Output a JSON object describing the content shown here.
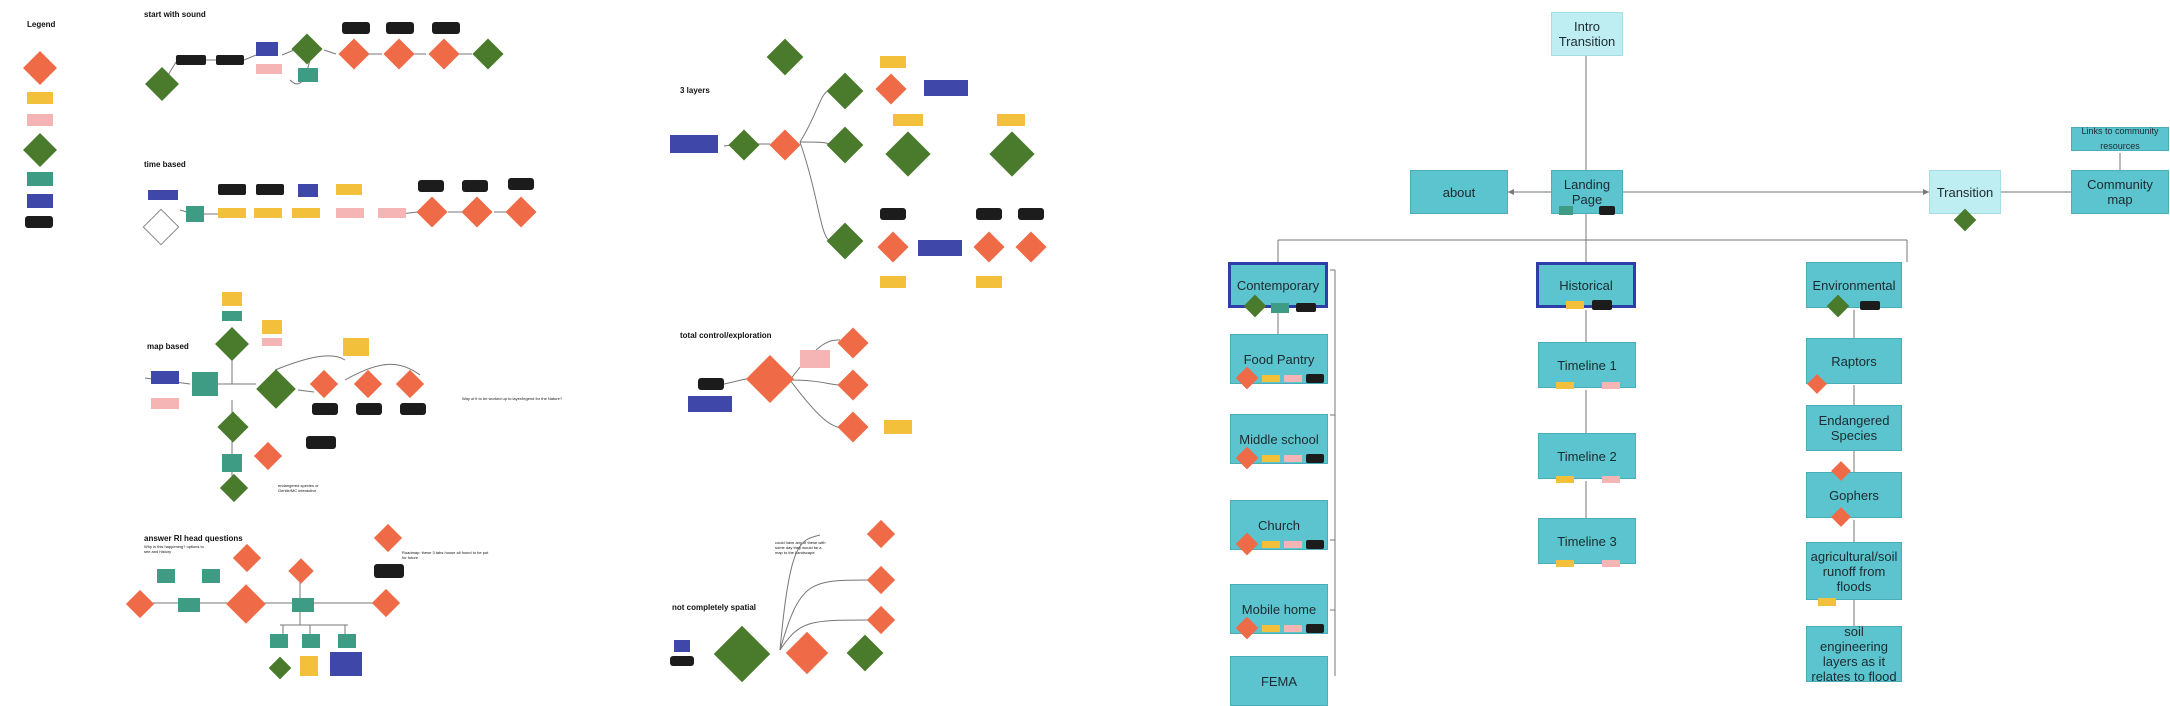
{
  "legend": {
    "title": "Legend"
  },
  "sections": {
    "start_with_sound": "start with sound",
    "time_based": "time based",
    "map_based": "map based",
    "answer_ri": "answer RI head questions",
    "three_layers": "3 layers",
    "total_control": "total control/exploration",
    "not_spatial": "not completely spatial"
  },
  "notes": {
    "map_note": "Way of it to be worked up to layer/legend for the Nature?",
    "endangered": "endangered species or Gentle/MC interactive",
    "ri_questions": "Why is this happening? options to see and history",
    "ri_note": "Roadmap: these 3 tabs house all found to be put for future",
    "not_spatial_note": "could have any of these with some day they would be a map to the Landscape"
  },
  "sitemap": {
    "intro": "Intro Transition",
    "about": "about",
    "landing": "Landing Page",
    "transition": "Transition",
    "community_map": "Community map",
    "links": "Links to community resources",
    "contemporary": "Contemporary",
    "food_pantry": "Food Pantry",
    "middle_school": "Middle school",
    "church": "Church",
    "mobile_home": "Mobile home",
    "fema": "FEMA",
    "historical": "Historical",
    "timeline1": "Timeline 1",
    "timeline2": "Timeline 2",
    "timeline3": "Timeline 3",
    "environmental": "Environmental",
    "raptors": "Raptors",
    "endangered_species": "Endangered Species",
    "gophers": "Gophers",
    "agri": "agricultural/soil runoff from floods",
    "soil": "soil engineering layers as it relates to flood"
  },
  "colors": {
    "teal": "#5bc4cf",
    "light_teal": "#bfeef2",
    "selected_border": "#2f3da8",
    "diamond_orange": "#ef6b47",
    "diamond_green": "#4a7a2b",
    "sticky_yellow": "#f2c03a",
    "sticky_pink": "#f5b5b5",
    "box_blue": "#3f47a8",
    "box_black": "#1c1c1c",
    "box_teal_dark": "#3d9c83"
  }
}
